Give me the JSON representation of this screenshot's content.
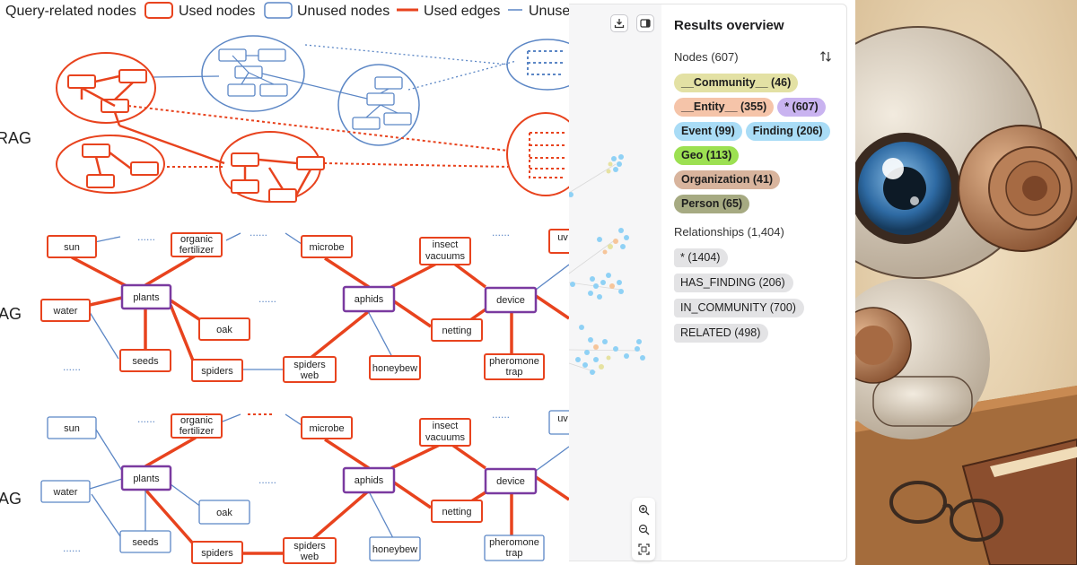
{
  "legend": {
    "query_related": "Query-related nodes",
    "used_nodes": "Used nodes",
    "unused_nodes": "Unused nodes",
    "used_edges": "Used edges",
    "unused_edges": "Unuse"
  },
  "row_labels": [
    "RAG",
    "AG",
    "AG"
  ],
  "node_labels": {
    "sun": "sun",
    "organic": "organic",
    "fertilizer": "fertilizer",
    "microbe": "microbe",
    "insect": "insect",
    "vacuums": "vacuums",
    "plants": "plants",
    "aphids": "aphids",
    "device": "device",
    "water": "water",
    "oak": "oak",
    "netting": "netting",
    "seeds": "seeds",
    "spiders": "spiders",
    "spiders_web_1": "spiders",
    "spiders_web_2": "web",
    "honeybew": "honeybew",
    "pheromone": "pheromone",
    "trap": "trap",
    "uv": "uv",
    "dots": "......"
  },
  "results": {
    "title": "Results overview",
    "nodes_header": "Nodes (607)",
    "node_chips": [
      {
        "label": "__Community__ (46)",
        "color": "#e3e1a4"
      },
      {
        "label": "__Entity__ (355)",
        "color": "#f5c4a9"
      },
      {
        "label": "* (607)",
        "color": "#c9b3f0"
      },
      {
        "label": "Event (99)",
        "color": "#a9dcf6"
      },
      {
        "label": "Finding (206)",
        "color": "#a9dcf6"
      },
      {
        "label": "Geo (113)",
        "color": "#9ce052"
      },
      {
        "label": "Organization (41)",
        "color": "#d8b49d"
      },
      {
        "label": "Person (65)",
        "color": "#a6aa82"
      }
    ],
    "relationships_header": "Relationships (1,404)",
    "relationship_chips": [
      "* (1404)",
      "HAS_FINDING (206)",
      "IN_COMMUNITY (700)",
      "RELATED (498)"
    ]
  },
  "colors": {
    "used": "#e8431e",
    "unused": "#5b86c5",
    "query": "#7a3aa0",
    "graph_blue": "#8fd1f5",
    "graph_orange": "#f6c59a",
    "graph_yellow": "#e6e2a1"
  },
  "icons": [
    "download-icon",
    "panel-toggle-icon",
    "sort-icon",
    "zoom-in-icon",
    "zoom-out-icon",
    "fit-screen-icon"
  ]
}
